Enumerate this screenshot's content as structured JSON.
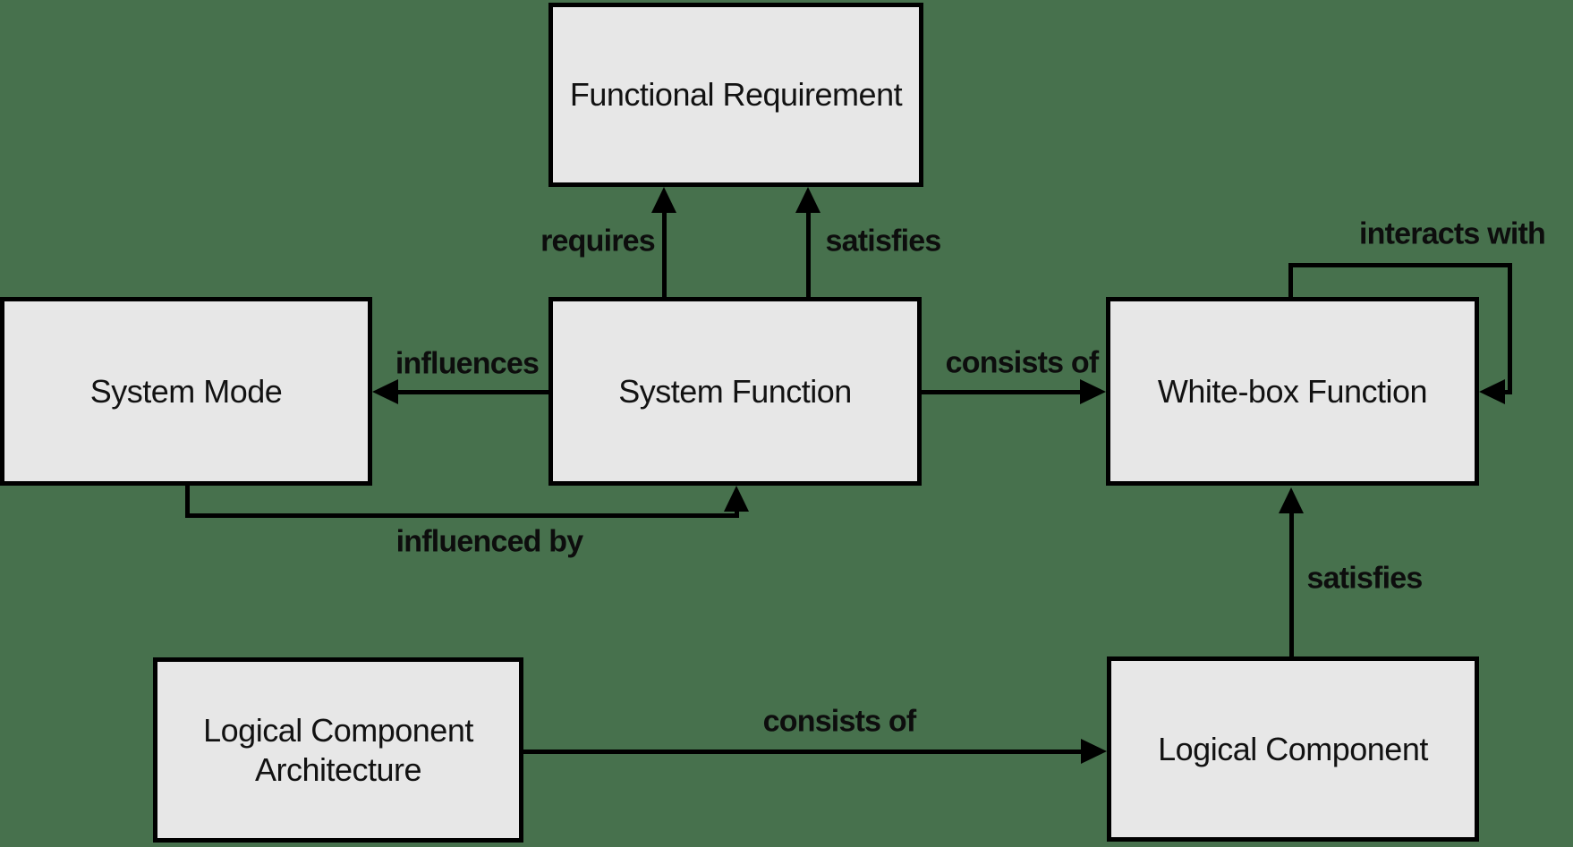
{
  "diagram": {
    "colors": {
      "background": "#47714d",
      "node_fill": "#e7e7e7",
      "node_border": "#000000",
      "arrow": "#000000",
      "text": "#121212"
    },
    "nodes": [
      {
        "id": "functional-requirement",
        "label": "Functional Requirement"
      },
      {
        "id": "system-mode",
        "label": "System Mode"
      },
      {
        "id": "system-function",
        "label": "System Function"
      },
      {
        "id": "white-box-function",
        "label": "White-box Function"
      },
      {
        "id": "logical-component-architecture",
        "label": "Logical Component Architecture"
      },
      {
        "id": "logical-component",
        "label": "Logical Component"
      }
    ],
    "edges": [
      {
        "label": "requires",
        "from": "system-function",
        "to": "functional-requirement"
      },
      {
        "label": "satisfies",
        "from": "system-function",
        "to": "functional-requirement"
      },
      {
        "label": "influences",
        "from": "system-function",
        "to": "system-mode"
      },
      {
        "label": "consists of",
        "from": "system-function",
        "to": "white-box-function"
      },
      {
        "label": "influenced by",
        "from": "system-mode",
        "to": "system-function"
      },
      {
        "label": "interacts with",
        "from": "white-box-function",
        "to": "white-box-function"
      },
      {
        "label": "satisfies",
        "from": "logical-component",
        "to": "white-box-function"
      },
      {
        "label": "consists of",
        "from": "logical-component-architecture",
        "to": "logical-component"
      }
    ]
  }
}
